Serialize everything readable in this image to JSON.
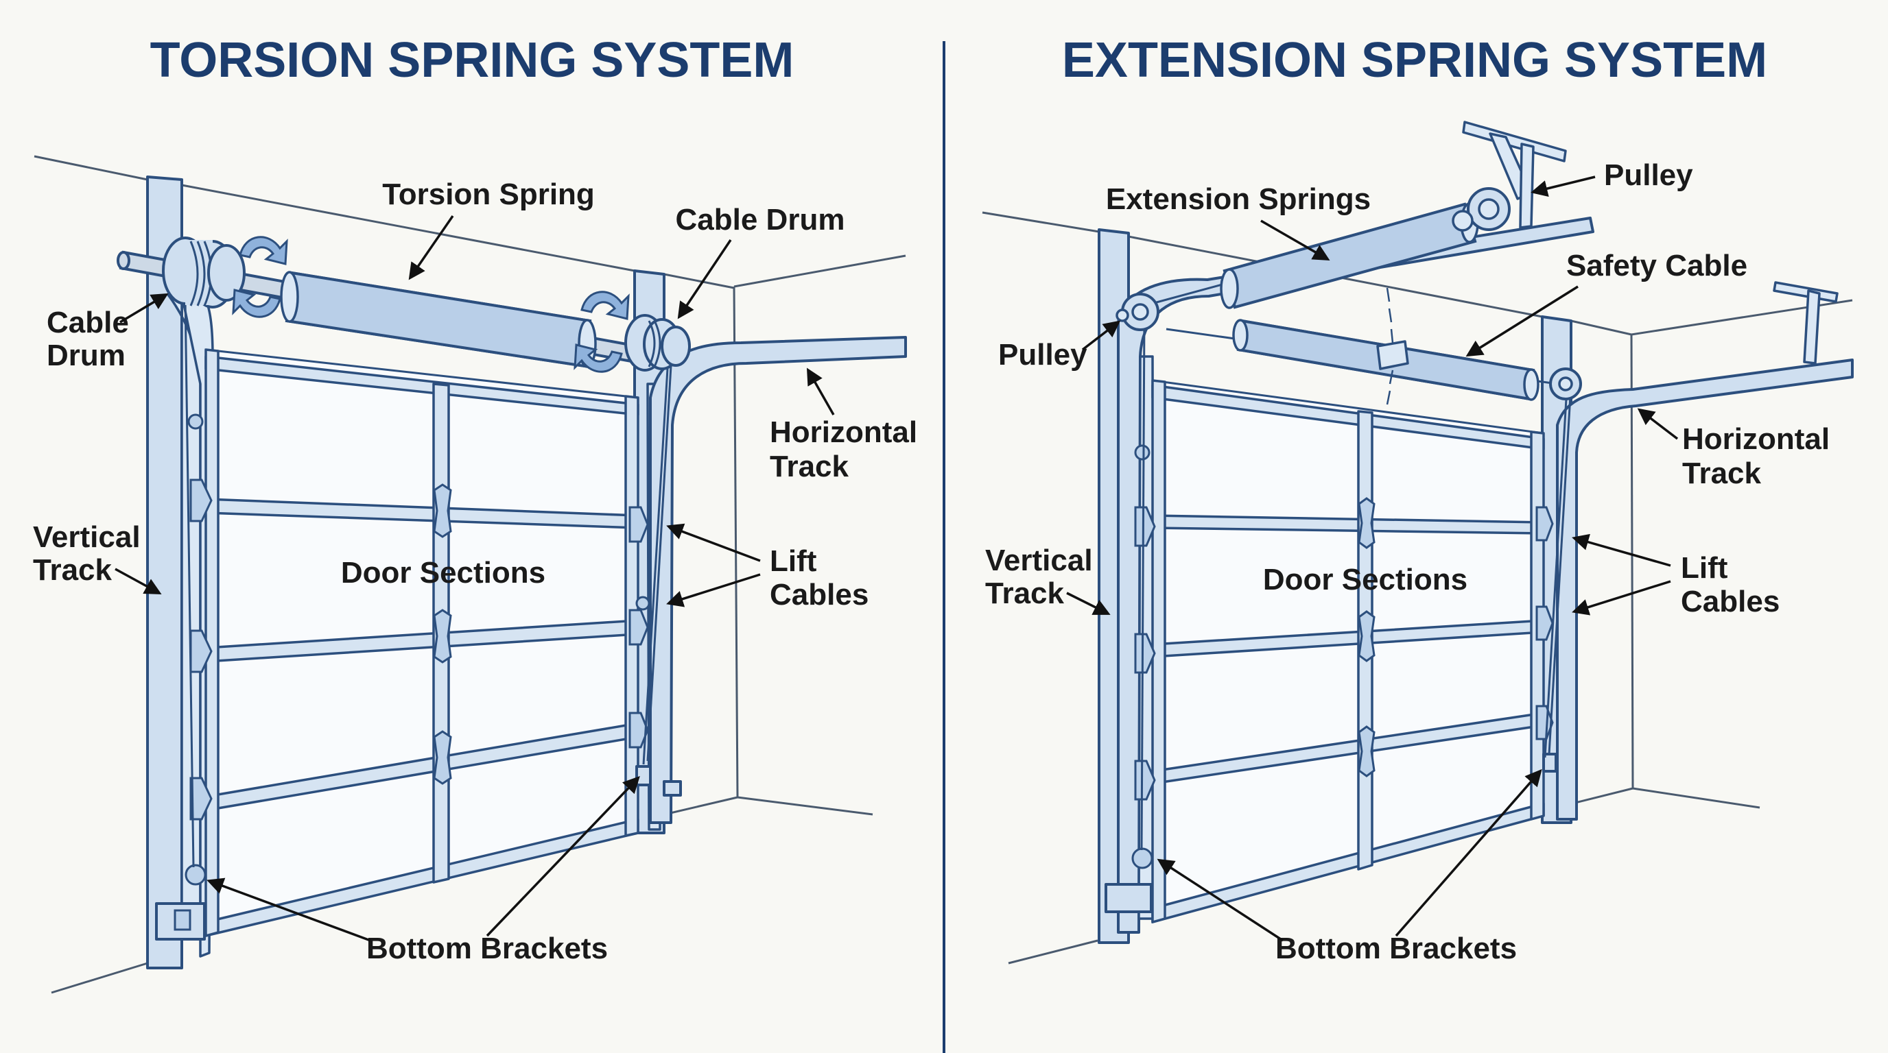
{
  "left": {
    "title": "TORSION SPRING SYSTEM",
    "labels": {
      "torsion_spring": "Torsion Spring",
      "cable_drum_right": "Cable Drum",
      "cable_drum_left_1": "Cable",
      "cable_drum_left_2": "Drum",
      "horizontal_track_1": "Horizontal",
      "horizontal_track_2": "Track",
      "vertical_track_1": "Vertical",
      "vertical_track_2": "Track",
      "door_sections": "Door Sections",
      "lift_cables_1": "Lift",
      "lift_cables_2": "Cables",
      "bottom_brackets": "Bottom Brackets"
    }
  },
  "right": {
    "title": "EXTENSION SPRING SYSTEM",
    "labels": {
      "extension_springs": "Extension Springs",
      "pulley_top": "Pulley",
      "safety_cable": "Safety Cable",
      "pulley_left": "Pulley",
      "horizontal_track_1": "Horizontal",
      "horizontal_track_2": "Track",
      "vertical_track_1": "Vertical",
      "vertical_track_2": "Track",
      "door_sections": "Door Sections",
      "lift_cables_1": "Lift",
      "lift_cables_2": "Cables",
      "bottom_brackets": "Bottom Brackets"
    }
  },
  "colors": {
    "title": "#1c3d6e",
    "line": "#2c4f7e",
    "metal_fill": "#cfdff0",
    "background": "#f8f8f4"
  }
}
